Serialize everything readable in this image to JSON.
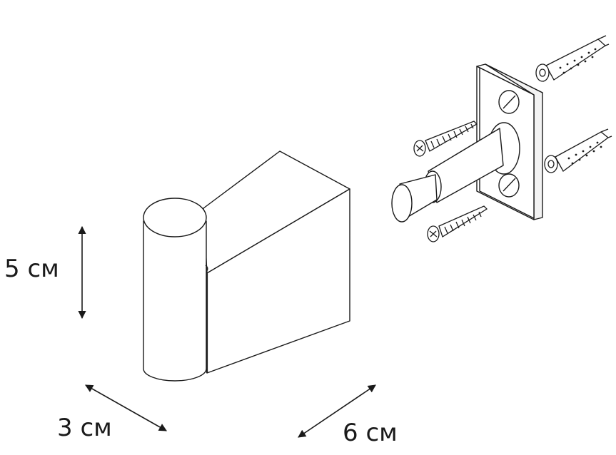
{
  "dimensions": {
    "height_label": "5 см",
    "depth_label": "3 см",
    "width_label": "6 см"
  },
  "colors": {
    "line": "#1a1a1a",
    "background": "#ffffff"
  },
  "parts": {
    "hook": "hook-icon",
    "mounting_plate": "mounting-plate-icon",
    "screw": "screw-icon",
    "wall_plug": "wall-plug-icon"
  }
}
